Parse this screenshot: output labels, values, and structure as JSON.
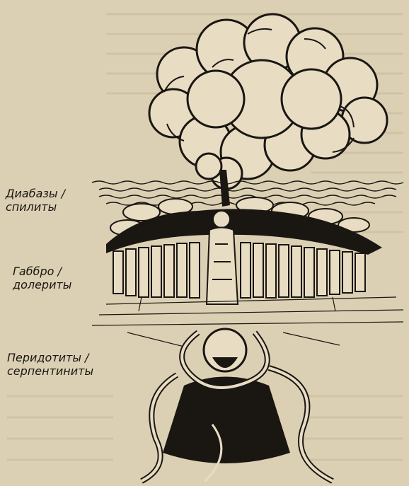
{
  "labels": [
    {
      "line1": "Диабазы /",
      "line2": "спилиты"
    },
    {
      "line1": "Габбро /",
      "line2": "долериты"
    },
    {
      "line1": "Перидотиты /",
      "line2": "серпентиниты"
    }
  ],
  "colors": {
    "paper": "#dcd0b4",
    "ink": "#1a1612"
  },
  "icons": [
    "volcanic-cloud-icon",
    "sea-waves-icon",
    "pillow-lava-icon",
    "dike-columns-icon",
    "serpent-figure-icon"
  ]
}
